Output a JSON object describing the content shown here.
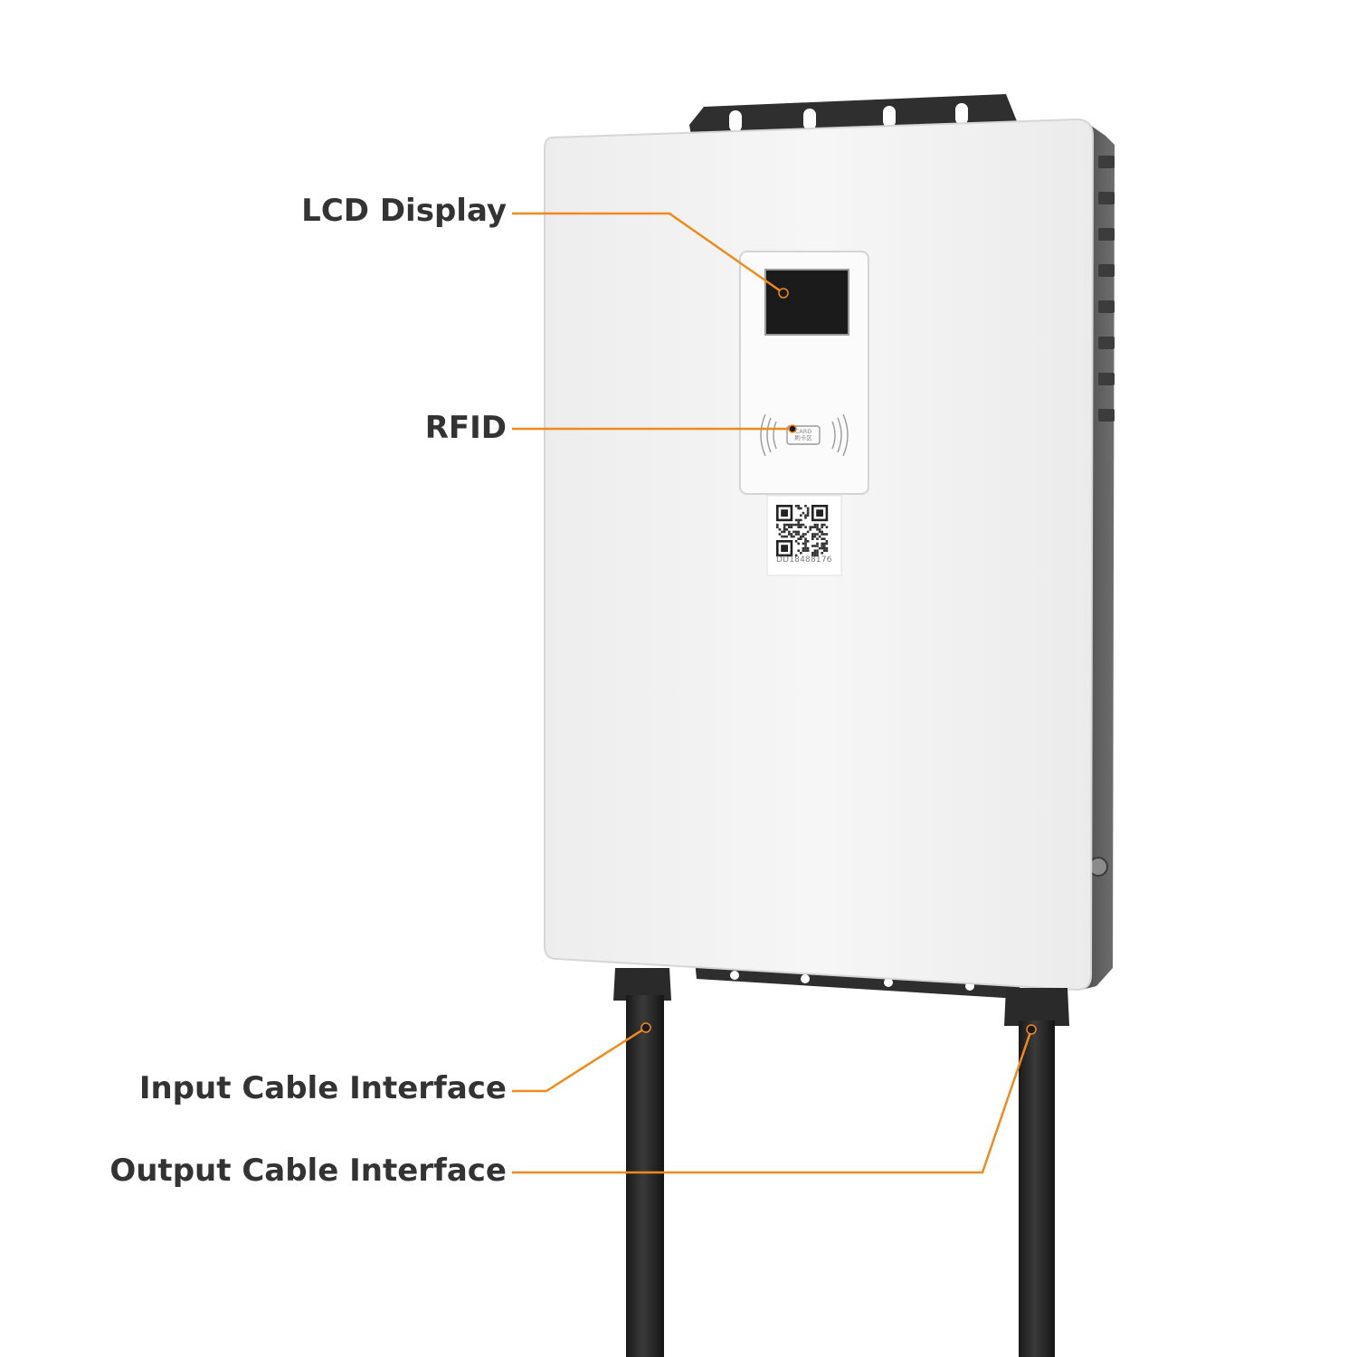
{
  "callouts": {
    "lcd": "LCD Display",
    "rfid": "RFID",
    "input_cable": "Input Cable Interface",
    "output_cable": "Output Cable Interface"
  },
  "device": {
    "card_text_top": "CARD",
    "card_text_bottom": "刷卡区",
    "qr_serial": "DD18488176"
  },
  "colors": {
    "callout_line": "#f08a1c",
    "label_text": "#333333",
    "body": "#f2f2f2",
    "side_panel": "#5f5f5f",
    "cable": "#262626",
    "lcd_screen": "#1b1b1b"
  }
}
